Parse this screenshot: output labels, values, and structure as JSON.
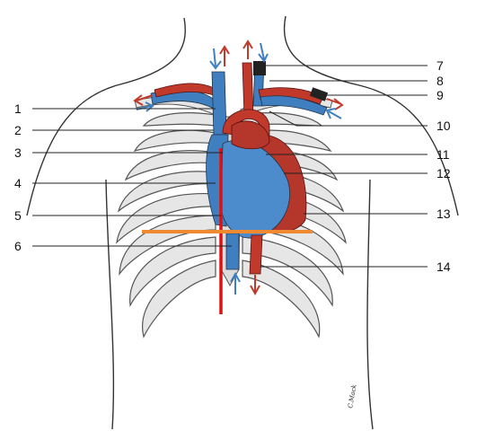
{
  "labels": {
    "left": [
      "1",
      "2",
      "3",
      "4",
      "5",
      "6"
    ],
    "right": [
      "7",
      "8",
      "9",
      "10",
      "11",
      "12",
      "13",
      "14"
    ]
  },
  "artist_signature": "C.Mack",
  "colors": {
    "artery": "#c0392b",
    "vein": "#3f7fc0",
    "heart": "#b5362a",
    "midline": "#e01010",
    "transverse_line": "#f08a30",
    "bone": "#e6e6e6"
  }
}
